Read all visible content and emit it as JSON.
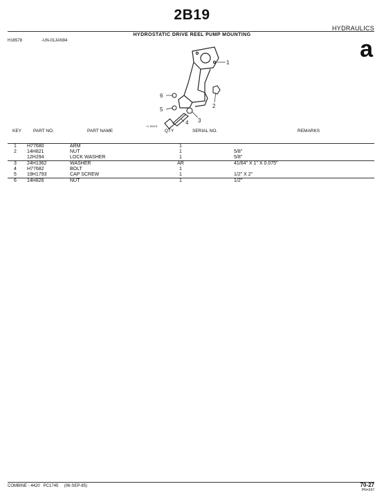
{
  "header": {
    "page_code": "2B19",
    "section": "HYDRAULICS",
    "figure_title": "HYDROSTATIC DRIVE REEL PUMP MOUNTING",
    "figure_id": "H16578",
    "figure_date": "-UN-01JAN94",
    "logo_letter": "a"
  },
  "diagram": {
    "image_ref": "H 16578",
    "callouts": [
      "1",
      "2",
      "3",
      "4",
      "5",
      "6"
    ]
  },
  "table": {
    "columns": [
      "KEY",
      "PART NO.",
      "PART NAME",
      "QTY",
      "SERIAL NO.",
      "REMARKS"
    ],
    "rows": [
      {
        "key": "1",
        "part_no": "H77680",
        "name": "ARM",
        "qty": "1",
        "serial": "",
        "remarks": "",
        "group_start": true
      },
      {
        "key": "2",
        "part_no": "14H821",
        "name": "NUT",
        "qty": "1",
        "serial": "",
        "remarks": "5/8\"",
        "group_start": false
      },
      {
        "key": "",
        "part_no": "12H294",
        "name": "LOCK WASHER",
        "qty": "1",
        "serial": "",
        "remarks": "5/8\"",
        "group_start": false
      },
      {
        "key": "3",
        "part_no": "24H1362",
        "name": "WASHER",
        "qty": "AR",
        "serial": "",
        "remarks": "41/64\" X 1\" X 0.075\"",
        "group_start": true
      },
      {
        "key": "4",
        "part_no": "H77682",
        "name": "BOLT",
        "qty": "1",
        "serial": "",
        "remarks": "",
        "group_start": false
      },
      {
        "key": "5",
        "part_no": "19H1793",
        "name": "CAP SCREW",
        "qty": "1",
        "serial": "",
        "remarks": "1/2\" X 2\"",
        "group_start": false
      },
      {
        "key": "6",
        "part_no": "14H826",
        "name": "NUT",
        "qty": "1",
        "serial": "",
        "remarks": "1/2\"",
        "group_start": true
      }
    ]
  },
  "footer": {
    "left": "COMBINE - 4420   PC1745     (06-SEP-85)",
    "page": "70-27",
    "code": "PN=247"
  }
}
